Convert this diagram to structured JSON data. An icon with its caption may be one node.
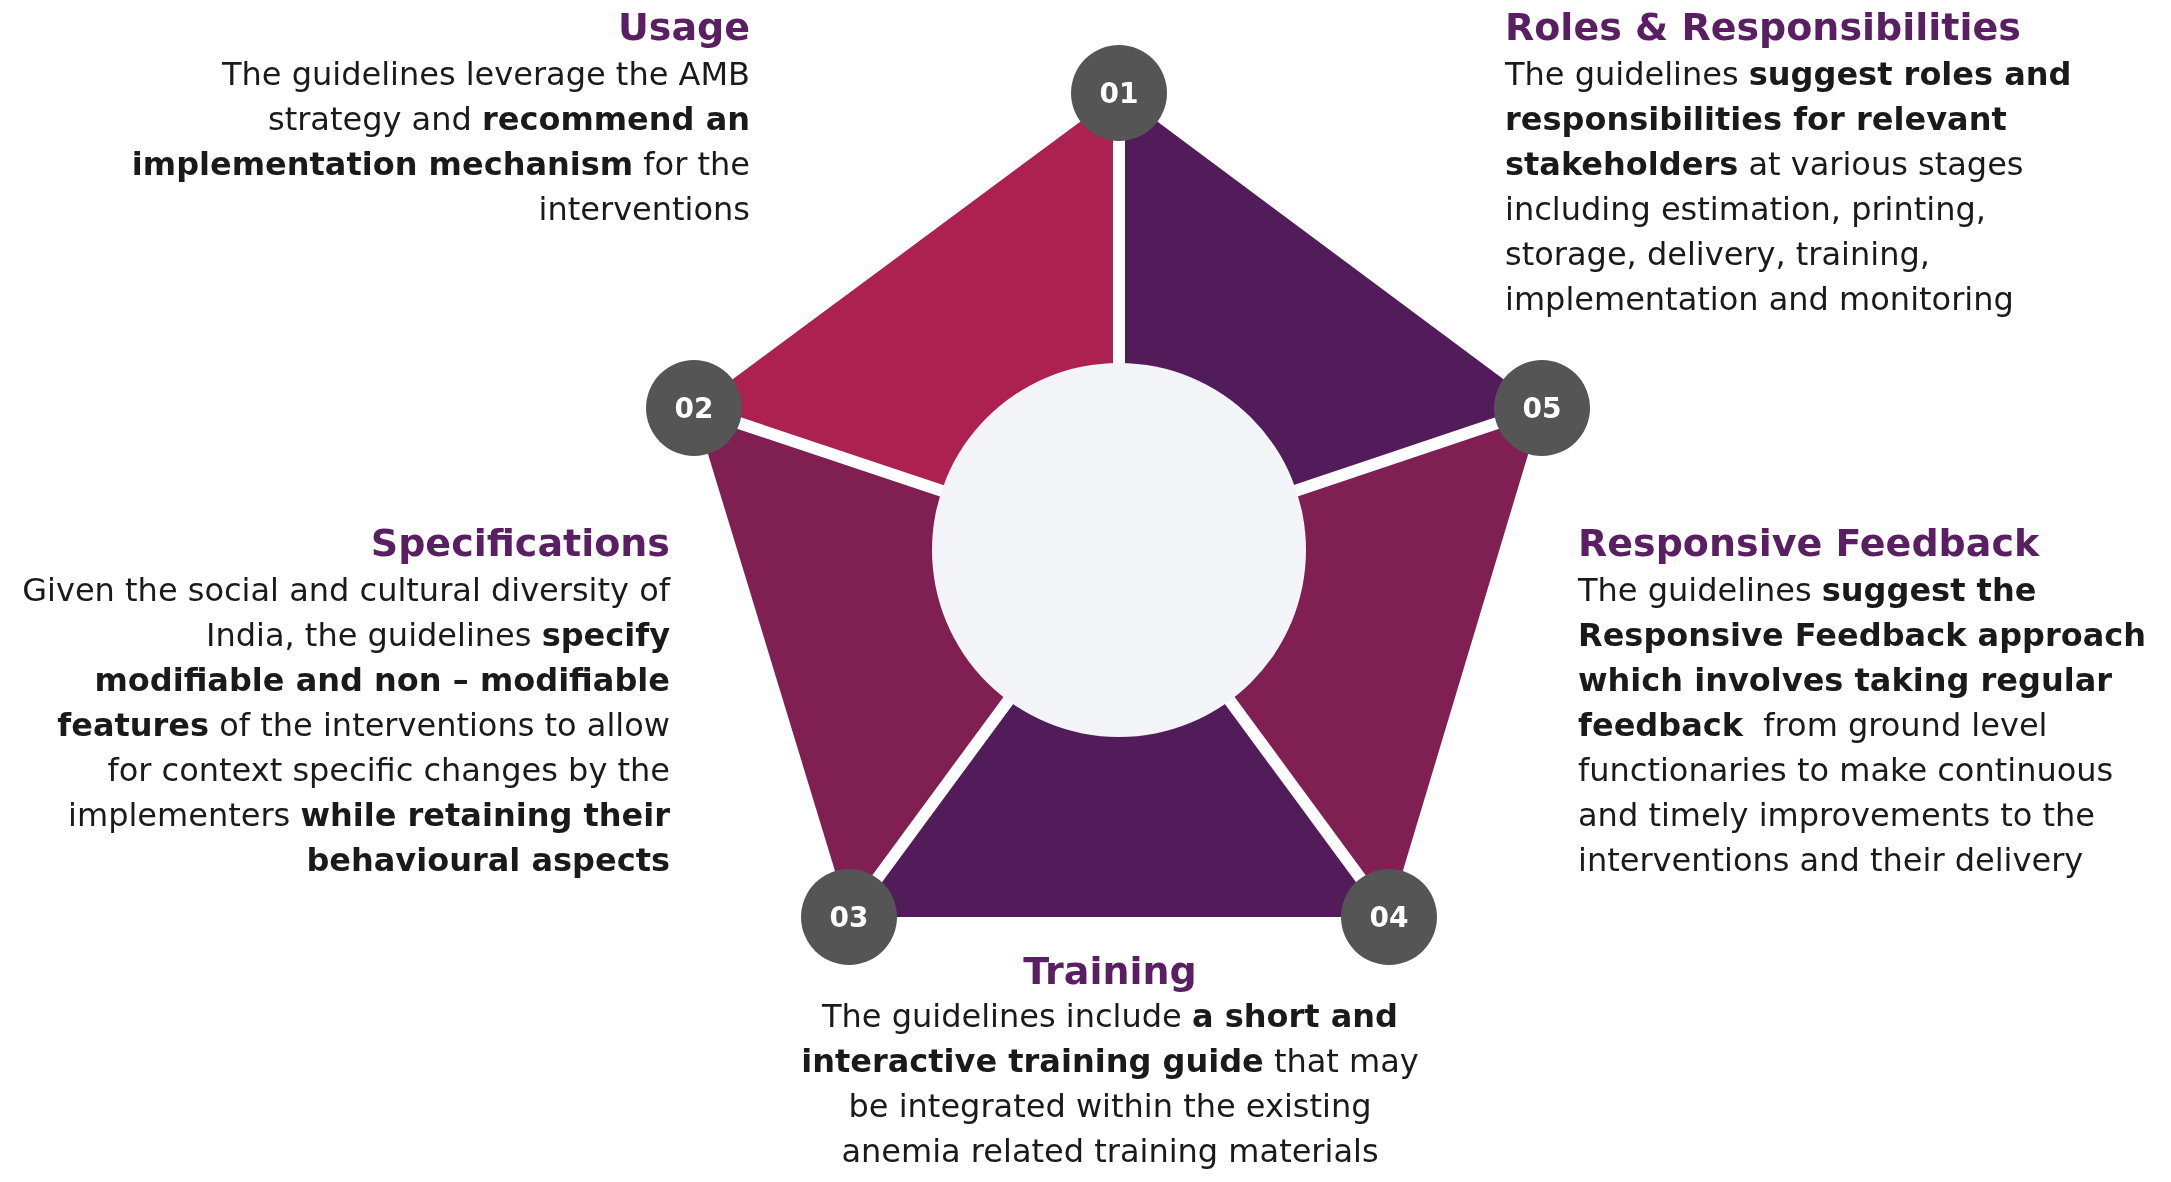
{
  "diagram": {
    "nodes": [
      {
        "text": [
          "01"
        ]
      },
      {
        "text": [
          "02"
        ]
      },
      {
        "text": [
          "03"
        ]
      },
      {
        "text": [
          "04"
        ]
      },
      {
        "text": [
          "05"
        ]
      }
    ],
    "labels": [
      "Usage",
      "The guidelines leverage the AMB strategy and **recommend an implementation mechanism** for the interventions",
      "Roles & Responsibilities",
      "The guidelines **suggest roles and responsibilities for relevant stakeholders** at various stages including estimation, printing, storage, delivery, training, implementation and monitoring",
      "Specifications",
      "Given the social and cultural diversity of India, the guidelines **specify modifiable and non – modifiable features** of the interventions to allow for context specific changes by the implementers **while retaining their behavioural aspects**",
      "Responsive Feedback",
      "The guidelines **suggest the Responsive Feedback approach which involves taking regular feedback**  from ground level functionaries to make continuous and timely improvements to the interventions and their delivery",
      "Training",
      "The guidelines include **a short and interactive training guide** that may be integrated within the existing anemia related training materials"
    ]
  }
}
